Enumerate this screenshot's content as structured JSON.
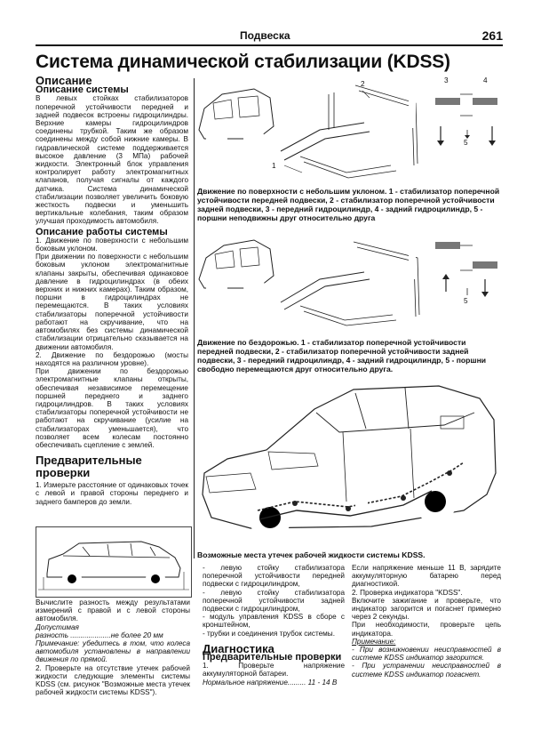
{
  "header": {
    "section": "Подвеска",
    "page_number": "261"
  },
  "title": "Система динамической стабилизации (KDSS)",
  "left": {
    "h_description": "Описание",
    "h_system_description": "Описание системы",
    "p_system_description": "В левых стойках стабилизаторов поперечной устойчивости передней и задней подвесок встроены гидроцилиндры. Верхние камеры гидроцилиндров соединены трубкой. Таким же образом соединены между собой нижние камеры. В гидравлической системе поддерживается высокое давление (3 МПа) рабочей жидкости. Электронный блок управления контролирует работу электромагнитных клапанов, получая сигналы от каждого датчика. Система динамической стабилизации позволяет увеличить боковую жесткость подвески и уменьшить вертикальные колебания, таким образом улучшая проходимость автомобиля.",
    "h_operation": "Описание работы системы",
    "p_op1": "1. Движение по поверхности с небольшим боковым уклоном.",
    "p_op2": "При движении по поверхности с небольшим боковым уклоном электромагнитные клапаны закрыты, обеспечивая одинаковое давление в гидроцилиндрах (в обеих верхних и нижних камерах). Таким образом, поршни в гидроцилиндрах не перемещаются. В таких условиях стабилизаторы поперечной устойчивости работают на скручивание, что на автомобилях без системы динамической стабилизации отрицательно сказывается на движении автомобиля.",
    "p_op3": "2. Движение по бездорожью (мосты находятся на различном уровне).",
    "p_op4": "При движении по бездорожью электромагнитные клапаны открыты, обеспечивая независимое перемещение поршней переднего и заднего гидроцилиндров. В таких условиях стабилизаторы поперечной устойчивости не работают на скручивание (усилие на стабилизаторах уменьшается), что позволяет всем колесам постоянно обеспечивать сцепление с землей.",
    "h_prelim": "Предварительные проверки",
    "p_pre1": "1. Измерьте расстояние от одинаковых точек с левой и правой стороны переднего и заднего бамперов до земли.",
    "p_pre2": "Вычислите разность между результатами измерений с правой и с левой стороны автомобиля.",
    "p_pre3_label": "Допустимая",
    "p_pre3": "разность ....................не более 20 мм",
    "p_pre4": "Примечание: убедитесь в том, что колеса автомобиля установлены в направлении движения по прямой.",
    "p_pre5": "2. Проверьте на отсутствие утечек рабочей жидкости следующие элементы системы KDSS (см. рисунок \"Возможные места утечек рабочей жидкости системы KDSS\")."
  },
  "fig1": {
    "caption": "Движение по поверхности с небольшим уклоном. 1 - стабилизатор поперечной устойчивости передней подвески, 2 - стабилизатор поперечной устойчивости задней подвески, 3 - передний гидроцилиндр, 4 - задний гидроцилиндр, 5 - поршни неподвижны друг относительно друга",
    "callouts": [
      "1",
      "2",
      "3",
      "4",
      "5"
    ]
  },
  "fig2": {
    "caption": "Движение по бездорожью. 1 - стабилизатор поперечной устойчивости передней подвески, 2 - стабилизатор поперечной устойчивости задней подвески, 3 - передний гидроцилиндр, 4 - задний гидроцилиндр, 5 - поршни свободно перемещаются друг относительно друга.",
    "callout_5": "5"
  },
  "fig3": {
    "caption": "Возможные места утечек рабочей жидкости системы KDSS."
  },
  "middle": {
    "items": [
      "- левую стойку стабилизатора поперечной устойчивости передней подвески с гидроцилиндром,",
      "- левую стойку стабилизатора поперечной устойчивости задней подвески с гидроцилиндром,",
      "- модуль управления KDSS в сборе с кронштейном,",
      "- трубки и соединения трубок системы."
    ],
    "h_diag": "Диагностика",
    "h_diag_pre": "Предварительные проверки",
    "p_diag1": "1. Проверьте напряжение аккумуляторной батареи.",
    "p_diag2_label": "Нормальное напряжение",
    "p_diag2": "......... 11 - 14 В"
  },
  "right": {
    "p1": "Если напряжение меньше 11 В, зарядите аккумуляторную батарею перед диагностикой.",
    "p2": "2. Проверка индикатора \"KDSS\".",
    "p3": "Включите зажигание и проверьте, что индикатор загорится и погаснет примерно через 2 секунды.",
    "p4": "При необходимости, проверьте цепь индикатора.",
    "note_label": "Примечание:",
    "note1": "- При возникновении неисправностей в системе KDSS индикатор загорится.",
    "note2": "- При устранении неисправностей в системе KDSS индикатор погаснет."
  }
}
